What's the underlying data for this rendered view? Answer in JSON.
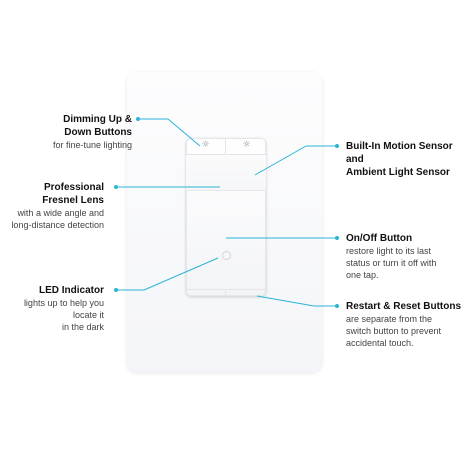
{
  "callouts": {
    "dimming": {
      "title_line1": "Dimming Up &",
      "title_line2": "Down Buttons",
      "desc_line1": "for fine-tune lighting"
    },
    "fresnel": {
      "title_line1": "Professional",
      "title_line2": "Fresnel Lens",
      "desc_line1": "with a wide angle and",
      "desc_line2": "long-distance detection"
    },
    "led": {
      "title_line1": "LED Indicator",
      "desc_line1": "lights up to help you",
      "desc_line2": "locate it",
      "desc_line3": "in the dark"
    },
    "sensor": {
      "title_line1": "Built-In Motion Sensor and",
      "title_line2": "Ambient Light  Sensor"
    },
    "onoff": {
      "title_line1": "On/Off Button",
      "desc_line1": "restore light to its last",
      "desc_line2": "status or turn it off with",
      "desc_line3": "one tap."
    },
    "restart": {
      "title_line1": "Restart & Reset Buttons",
      "desc_line1": "are separate from the",
      "desc_line2": "switch button to prevent",
      "desc_line3": "accidental touch."
    }
  },
  "icons": {
    "dim_up": "sun-icon",
    "dim_down": "sun-icon",
    "led": "ring-icon"
  },
  "colors": {
    "accent": "#2ab4d8",
    "title_text": "#111111",
    "body_text": "#444444"
  }
}
